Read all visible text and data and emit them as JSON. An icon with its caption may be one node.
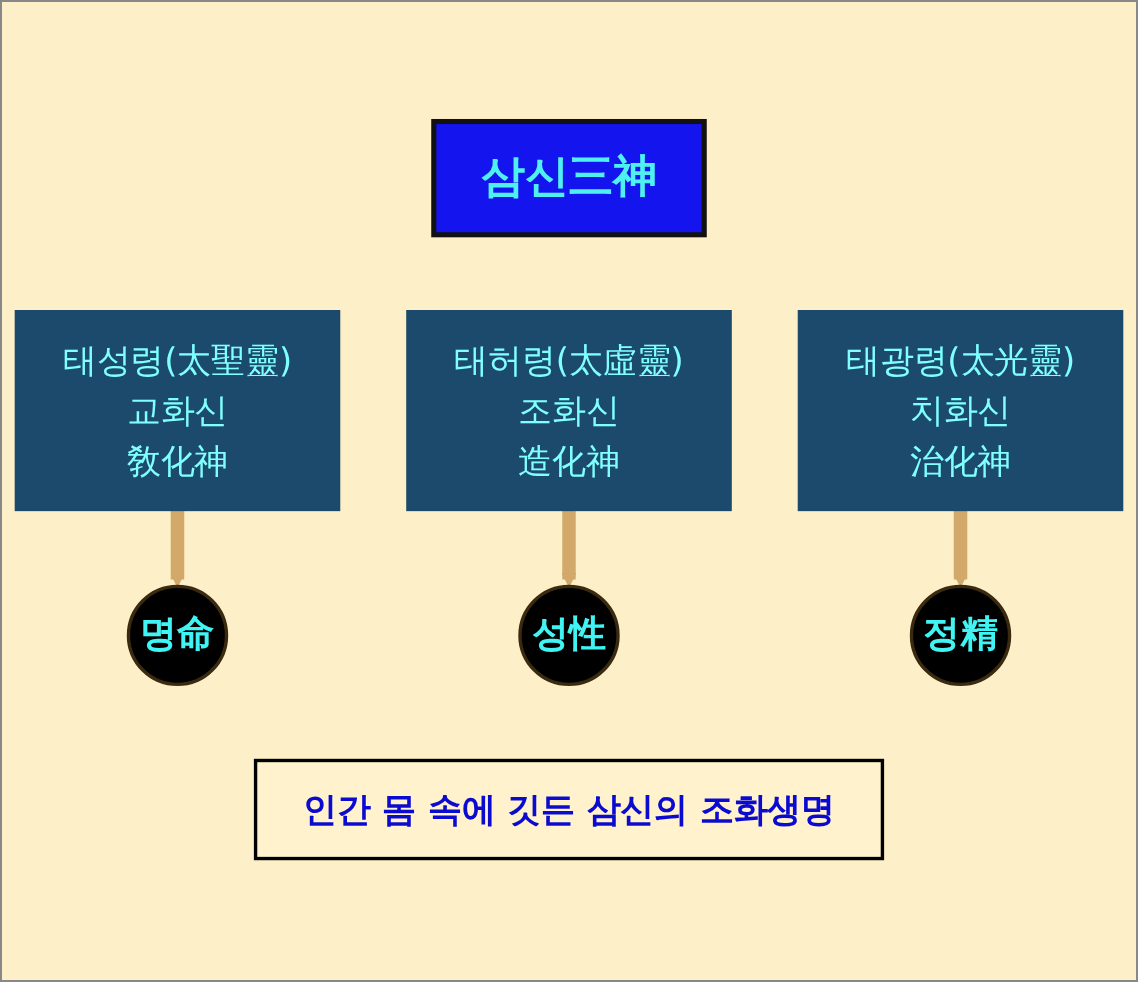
{
  "diagram": {
    "nodes": [
      {
        "text": [
          "삼신三神"
        ]
      },
      {
        "text": [
          "태성령(太聖靈)",
          "교화신",
          "敎化神"
        ]
      },
      {
        "text": [
          "태허령(太虛靈)",
          "조화신",
          "造化神"
        ]
      },
      {
        "text": [
          "태광령(太光靈)",
          "치화신",
          "治化神"
        ]
      },
      {
        "text": [
          "명命"
        ]
      },
      {
        "text": [
          "성性"
        ]
      },
      {
        "text": [
          "정精"
        ]
      },
      {
        "text": [
          "인간 몸 속에 깃든 삼신의 조화생명"
        ]
      }
    ],
    "edges": [
      {
        "from": 1,
        "to": 4,
        "arrow": "to"
      },
      {
        "from": 2,
        "to": 5,
        "arrow": "to"
      },
      {
        "from": 3,
        "to": 6,
        "arrow": "to"
      }
    ]
  }
}
